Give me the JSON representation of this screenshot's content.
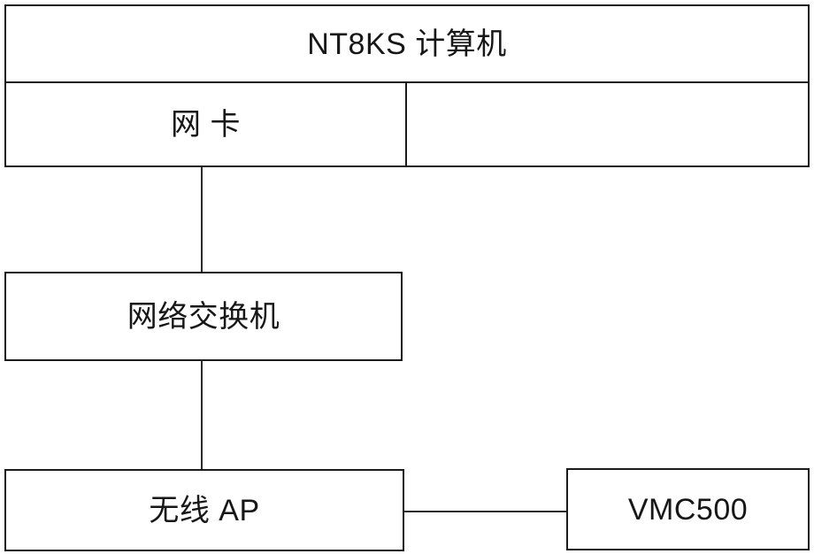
{
  "diagram": {
    "title": "NT8KS network topology",
    "background_color": "#ffffff",
    "line_color": "#2b2b2b",
    "border_color": "#1b1b1b",
    "text_color": "#171717",
    "nodes": {
      "computer": {
        "label": "NT8KS 计算机"
      },
      "nic": {
        "label": "网 卡"
      },
      "nic_spare": {
        "label": ""
      },
      "switch": {
        "label": "网络交换机"
      },
      "ap": {
        "label": "无线 AP"
      },
      "vmc": {
        "label": "VMC500"
      }
    },
    "connections": [
      {
        "name": "nic-to-switch",
        "from": "nic",
        "to": "switch",
        "orientation": "vertical"
      },
      {
        "name": "switch-to-ap",
        "from": "switch",
        "to": "ap",
        "orientation": "vertical"
      },
      {
        "name": "ap-to-vmc",
        "from": "ap",
        "to": "vmc",
        "orientation": "horizontal"
      }
    ]
  }
}
